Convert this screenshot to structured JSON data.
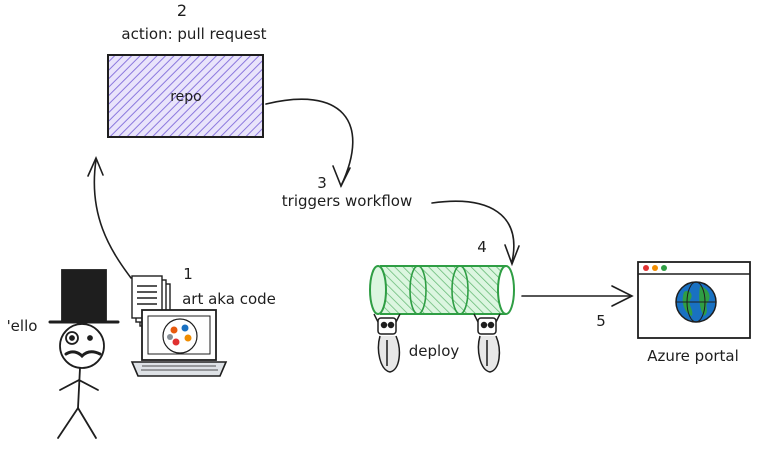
{
  "diagram": {
    "step_numbers": {
      "one": "1",
      "two": "2",
      "three": "3",
      "four": "4",
      "five": "5"
    },
    "repo": {
      "label": "repo",
      "fill": "#b4a6ee"
    },
    "action_label": "action: pull request",
    "triggers_label": "triggers workflow",
    "art_label": "art aka code",
    "greeting": "'ello",
    "deploy_label": "deploy",
    "pipe_color": "#2f9e44",
    "pipe_fill": "#b2f2bb",
    "portal": {
      "label": "Azure portal",
      "dots": [
        "#e03131",
        "#f08c00",
        "#2f9e44"
      ],
      "globe_blue": "#1971c2",
      "globe_green": "#2f9e44"
    }
  }
}
